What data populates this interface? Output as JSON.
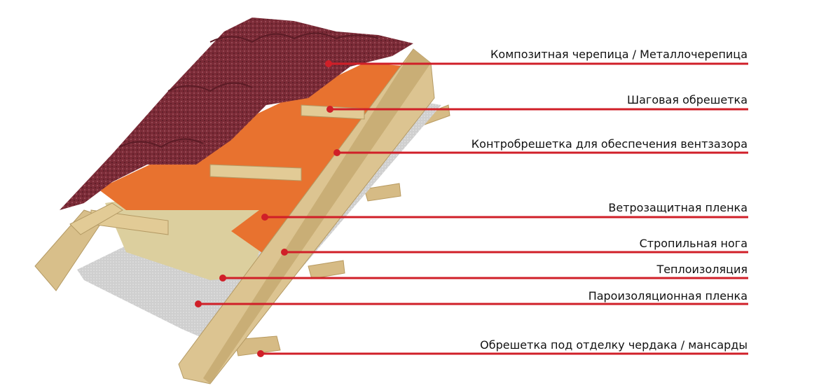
{
  "colors": {
    "leader": "#d01f28",
    "tile": "#7a2a35",
    "membrane": "#e8702e",
    "wood": "#d9c08c",
    "insulation": "#d8cc9a",
    "vapor": "#c9c9c9"
  },
  "labels": [
    {
      "text": "Композитная черепица / Металлочерепица"
    },
    {
      "text": "Шаговая обрешетка"
    },
    {
      "text": "Контробрешетка для обеспечения вентзазора"
    },
    {
      "text": "Ветрозащитная пленка"
    },
    {
      "text": "Стропильная нога"
    },
    {
      "text": "Теплоизоляция"
    },
    {
      "text": "Пароизоляционная пленка"
    },
    {
      "text": "Обрешетка под отделку чердака / мансарды"
    }
  ]
}
